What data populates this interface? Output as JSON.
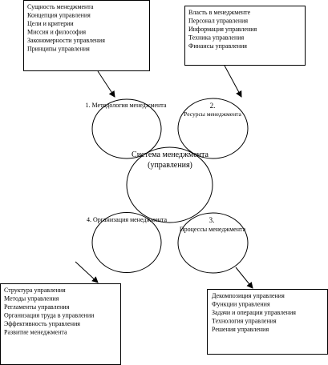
{
  "center": {
    "lines": [
      "Система менеджмента",
      "(управления)"
    ]
  },
  "circles": [
    {
      "id": "methodology",
      "label_lines": [
        "1. Методология менеджмента"
      ]
    },
    {
      "id": "resources",
      "label_lines": [
        "2.",
        "Ресурсы менеджмента"
      ]
    },
    {
      "id": "organization",
      "label_lines": [
        "4. Организация менеджмента"
      ]
    },
    {
      "id": "processes",
      "label_lines": [
        "3.",
        "Процессы менеджмента"
      ]
    }
  ],
  "boxes": [
    {
      "id": "methodology",
      "items": [
        "Сущность менеджмента",
        "Концепция управления",
        "Цели и критерии",
        "Миссия и философия",
        "Закономерности управления",
        "Принципы управления"
      ]
    },
    {
      "id": "resources",
      "items": [
        "Власть в менеджменте",
        "Персонал управления",
        "Информация управления",
        "Техника управления",
        "Финансы управления"
      ]
    },
    {
      "id": "organization",
      "items": [
        "Структура управления",
        "Методы управления",
        "Регламенты управления",
        "Организация  труда в управлении",
        "Эффективность управления",
        "Развитие менеджмента"
      ]
    },
    {
      "id": "processes",
      "items": [
        "Декомпозиция управления",
        "Функции управления",
        "Задачи и операции управления",
        "Технология управления",
        "Решения управления"
      ]
    }
  ]
}
